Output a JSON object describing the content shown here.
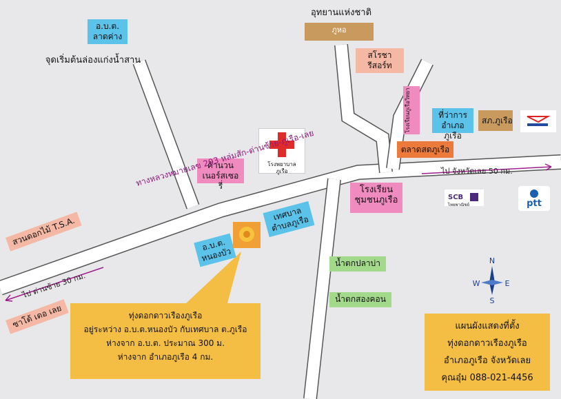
{
  "labels": {
    "obt_lat_khang": "อ.บ.ต.\nลาดค่าง",
    "start_point": "จุดเริ่มต้นล่องแก่งน้ำสาน",
    "national_park": "อุทยานแห่งชาติ",
    "park_sign_text": "ภูหอ",
    "resort": "สโรชารีสอร์ท",
    "school": "โรงเรียนภูเรือวิทยา",
    "district_office": "ที่ว่าการ\nอำเภอภูเรือ",
    "police": "สภ.ภูเรือ",
    "market": "ตลาดสดภูเรือ",
    "hospital": "โรงพยาบาลภูเรือ",
    "nursery": "ค้านวน\nเนอร์สเซอรี่",
    "highway": "ทางหลวงหมายเลข 203  หล่มสัก-ด่านซ้าย-ภูเรือ-เลย",
    "community_school": "โรงเรียน\nชุมชนภูเรือ",
    "scb": "SCB",
    "scb_sub": "ไทยพาณิชย์",
    "ptt": "ptt",
    "to_loei": "ไป  จังหวัดเลย 50 กม.",
    "to_dansai": "ไป  ด่านซ้าย 30 กม.",
    "garden": "สวนดอกไม้  T.S.A.",
    "obt_nong_bua": "อ.บ.ต.\nหนองบัว",
    "municipality": "เทศบาล\nตำบลภูเรือ",
    "waterfall_pla_ba": "น้ำตกปลาบ่า",
    "waterfall_song_khon": "น้ำตกสองคอน",
    "cafe": "ซาโต้  เดอ เลย"
  },
  "callout": {
    "line1": "ทุ่งดอกดาวเรืองภูเรือ",
    "line2": "อยู่ระหว่าง อ.บ.ต.หนองบัว กับเทศบาล ต.ภูเรือ",
    "line3": "ห่างจาก อ.บ.ต. ประมาณ 300 ม.",
    "line4": "ห่างจาก อำเภอภูเรือ 4 กม."
  },
  "info_box": {
    "line1": "แผนผังแสดงที่ตั้ง",
    "line2": "ทุ่งดอกดาวเรืองภูเรือ",
    "line3": "อำเภอภูเรือ จังหวัดเลย",
    "line4": "คุณอุ๋ม  088-021-4456"
  },
  "compass": {
    "n": "N",
    "s": "S",
    "e": "E",
    "w": "W"
  },
  "colors": {
    "road": "#ffffff",
    "road_edge": "#555555",
    "arrow": "#a01c8c",
    "highway_text": "#8c1a7a"
  }
}
